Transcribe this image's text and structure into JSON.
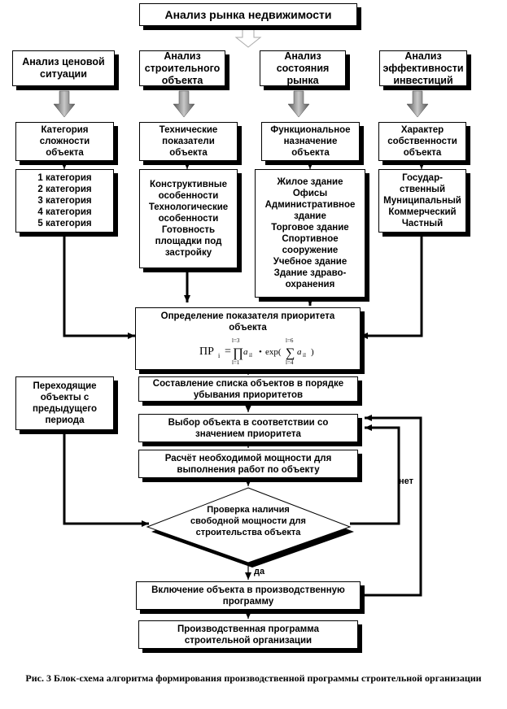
{
  "top_box": "Анализ рынка недвижимости",
  "analysis": [
    "Анализ ценовой\nситуации",
    "Анализ\nстроительного\nобъекта",
    "Анализ\nсостояния\nрынка",
    "Анализ\nэффективности\nинвестиций"
  ],
  "factors": [
    "Категория\nсложности\nобъекта",
    "Технические\nпоказатели\nобъекта",
    "Функциональное\nназначение\nобъекта",
    "Характер\nсобственности\nобъекта"
  ],
  "details": [
    "1 категория\n2 категория\n3 категория\n4 категория\n5 категория",
    "Конструктивные\nособенности\nТехнологические\nособенности\nГотовность\nплощадки под\nзастройку",
    "Жилое здание\nОфисы\nАдминистративное\nздание\nТорговое здание\nСпортивное\nсооружение\nУчебное здание\nЗдание здраво-\nохранения",
    "Государ-\nственный\nМуниципальный\nКоммерческий\nЧастный"
  ],
  "priority_box": "Определение показателя приоритета\nобъекта",
  "formula": {
    "lhs": "ПР",
    "lhs_sub": "i",
    "prod_upper": "l=3",
    "prod_lower": "l=1",
    "prod_term": "a",
    "term_sub": "il",
    "mid": "exp(",
    "sum_upper": "l=6",
    "sum_lower": "l=4",
    "close": ")"
  },
  "list_box": "Составление списка объектов в порядке\nубывания приоритетов",
  "carryover_box": "Переходящие\nобъекты с\nпредыдущего\nпериода",
  "select_box": "Выбор объекта в соответствии со\nзначением приоритета",
  "capacity_box": "Расчёт необходимой мощности для\nвыполнения работ по объекту",
  "decision": "Проверка наличия\nсвободной мощности для\nстроительства объекта",
  "label_no": "нет",
  "label_yes": "да",
  "include_box": "Включение объекта в производственную\nпрограмму",
  "program_box": "Производственная программа\nстроительной организации",
  "caption": "Рис. 3 Блок-схема алгоритма формирования производственной программы строительной организации"
}
